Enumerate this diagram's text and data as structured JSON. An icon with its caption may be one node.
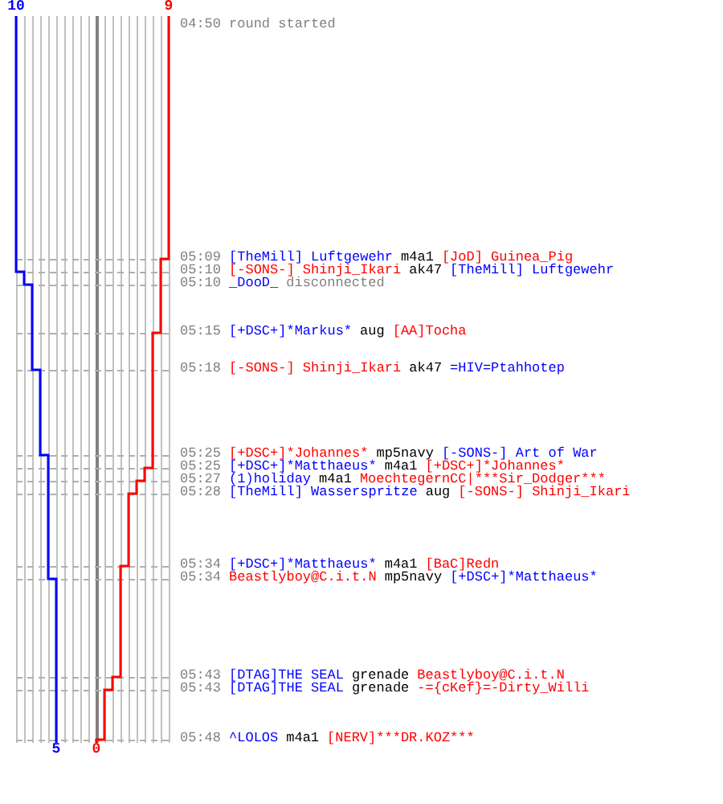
{
  "diagram": {
    "labels": [
      "10",
      "9",
      "04:50",
      "round started",
      "05:09",
      "[TheMill] Luftgewehr",
      "m4a1",
      "[JoD] Guinea_Pig",
      "05:10",
      "[-SONS-] Shinji_Ikari",
      "ak47",
      "[TheMill] Luftgewehr",
      "05:10",
      "_DooD_",
      "disconnected",
      "05:15",
      "[+DSC+]*Markus*",
      "aug",
      "[AA]Tocha",
      "05:18",
      "[-SONS-] Shinji_Ikari",
      "ak47",
      "=HIV=Ptahhotep",
      "05:25",
      "[+DSC+]*Johannes*",
      "mp5navy",
      "[-SONS-] Art of War",
      "05:25",
      "[+DSC+]*Matthaeus*",
      "m4a1",
      "[+DSC+]*Johannes*",
      "05:27",
      "(1)holiday",
      "m4a1",
      "MoechtegernCC|***Sir_Dodger***",
      "05:28",
      "[TheMill] Wasserspritze",
      "aug",
      "[-SONS-] Shinji_Ikari",
      "05:34",
      "[+DSC+]*Matthaeus*",
      "m4a1",
      "[BaC]Redn",
      "05:34",
      "Beastlyboy@C.i.t.N",
      "mp5navy",
      "[+DSC+]*Matthaeus*",
      "05:43",
      "[DTAG]THE SEAL",
      "grenade",
      "Beastlyboy@C.i.t.N",
      "05:43",
      "[DTAG]THE SEAL",
      "grenade",
      "-={cKef}=-Dirty_Willi",
      "05:48",
      "^LOLOS",
      "m4a1",
      "[NERV]***DR.KOZ***",
      "5",
      "0"
    ]
  }
}
